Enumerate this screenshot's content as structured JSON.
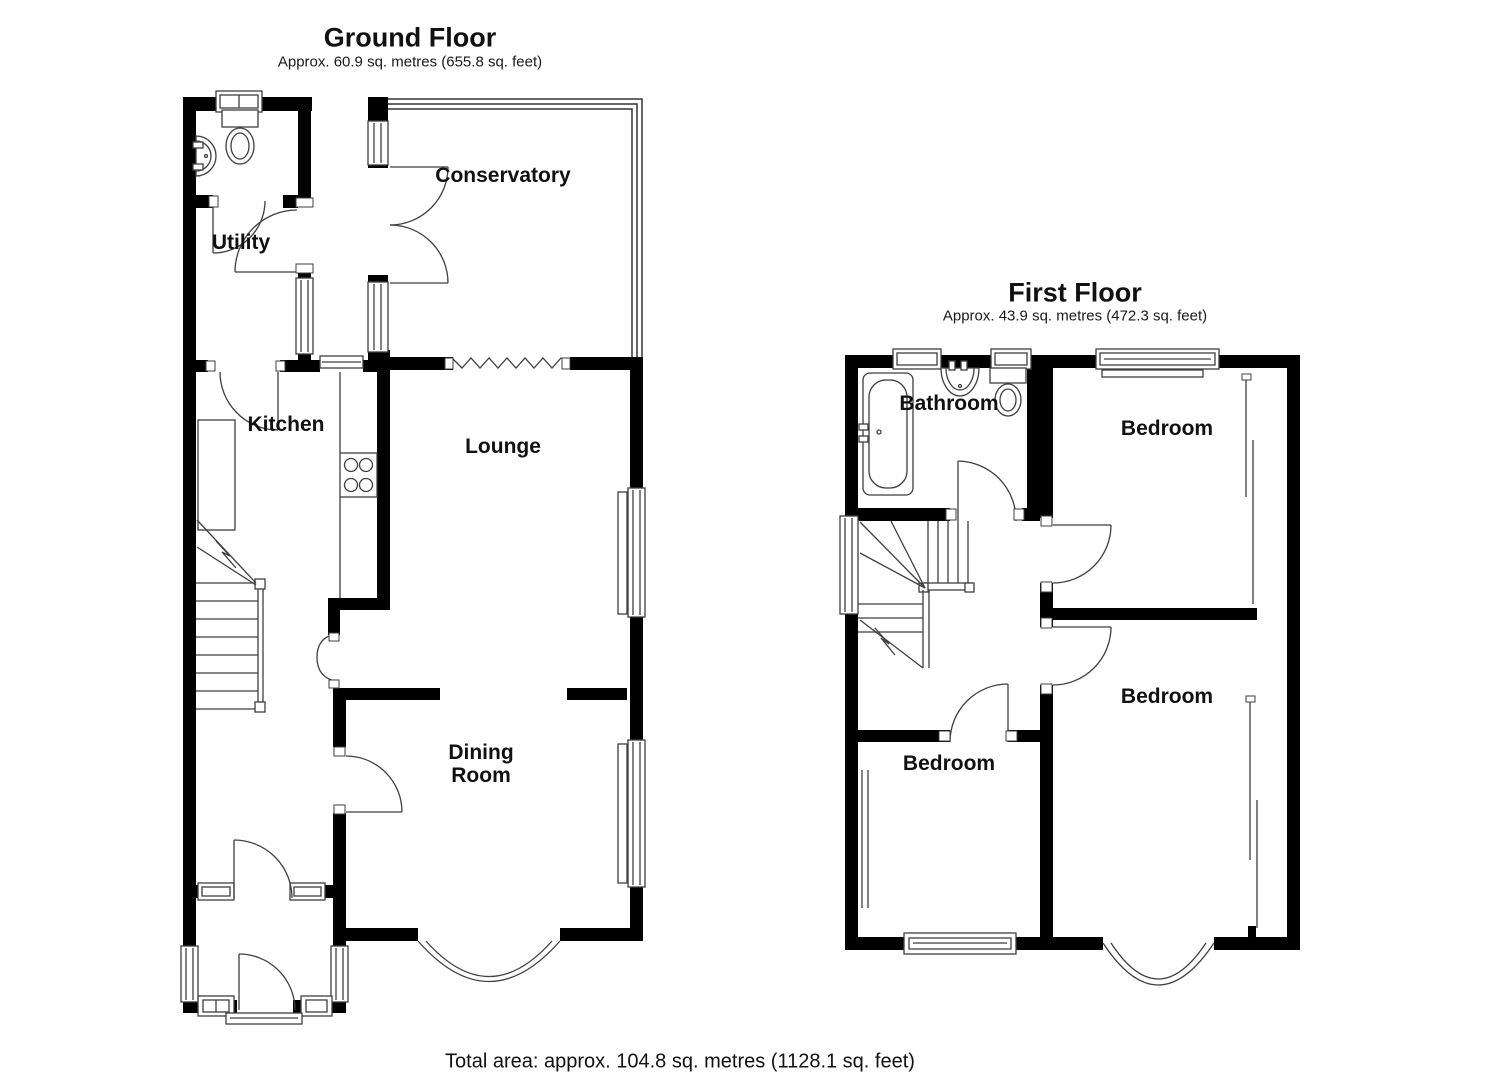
{
  "page": {
    "background": "#ffffff"
  },
  "colors": {
    "wall": "#000000",
    "line": "#3f3f3f",
    "text": "#111111"
  },
  "ground_floor": {
    "title": "Ground Floor",
    "area": "Approx. 60.9 sq. metres (655.8 sq. feet)",
    "rooms": [
      {
        "name": "Utility"
      },
      {
        "name": "Conservatory"
      },
      {
        "name": "Kitchen"
      },
      {
        "name": "Lounge"
      },
      {
        "name": "Dining Room"
      }
    ]
  },
  "first_floor": {
    "title": "First Floor",
    "area": "Approx. 43.9 sq. metres (472.3 sq. feet)",
    "rooms": [
      {
        "name": "Bathroom"
      },
      {
        "name": "Bedroom"
      },
      {
        "name": "Bedroom"
      },
      {
        "name": "Bedroom"
      }
    ]
  },
  "footer": {
    "total_area": "Total area: approx. 104.8 sq. metres (1128.1 sq. feet)"
  }
}
